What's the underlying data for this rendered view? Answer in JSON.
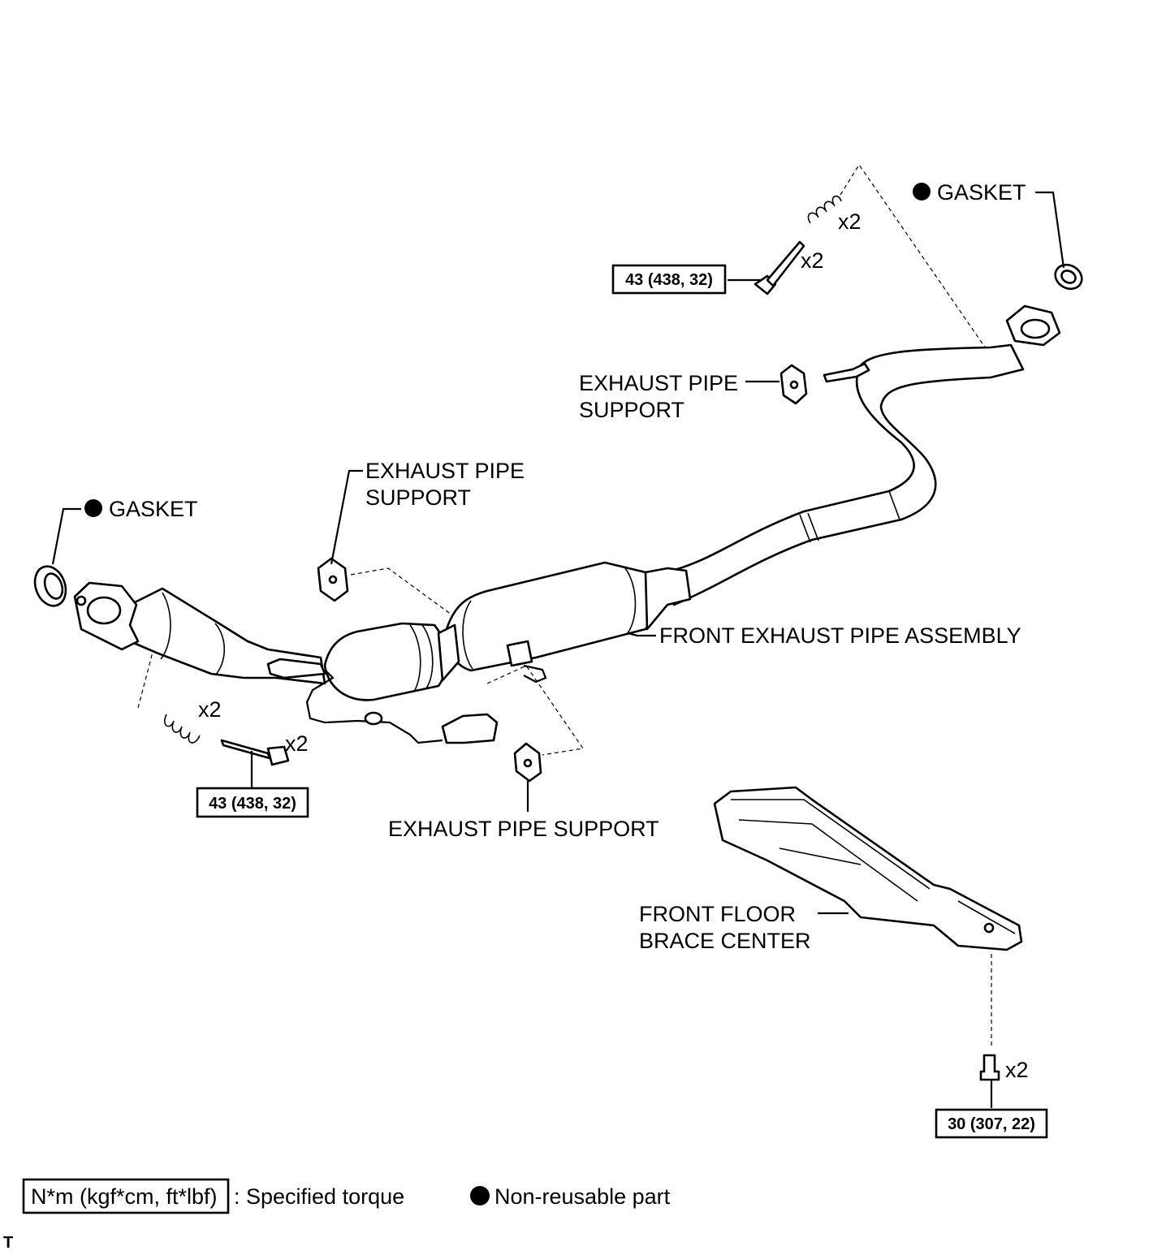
{
  "labels": {
    "gasket_top": "GASKET",
    "gasket_left": "GASKET",
    "support_top_right_line1": "EXHAUST PIPE",
    "support_top_right_line2": "SUPPORT",
    "support_center_line1": "EXHAUST PIPE",
    "support_center_line2": "SUPPORT",
    "support_bottom": "EXHAUST PIPE SUPPORT",
    "front_exhaust_pipe": "FRONT EXHAUST PIPE ASSEMBLY",
    "brace_line1": "FRONT FLOOR",
    "brace_line2": "BRACE CENTER"
  },
  "quantities": {
    "spring_top": "x2",
    "bolt_top": "x2",
    "spring_left": "x2",
    "bolt_left": "x2",
    "bolt_brace": "x2"
  },
  "torques": {
    "top_bolt": "43 (438, 32)",
    "left_bolt": "43 (438, 32)",
    "brace_bolt": "30 (307, 22)"
  },
  "legend": {
    "torque_unit": "N*m (kgf*cm, ft*lbf)",
    "torque_desc": ": Specified torque",
    "nonreusable_desc": "Non-reusable part"
  },
  "corner_mark": "T",
  "icons": {
    "non_reusable": "filled-circle-icon"
  }
}
